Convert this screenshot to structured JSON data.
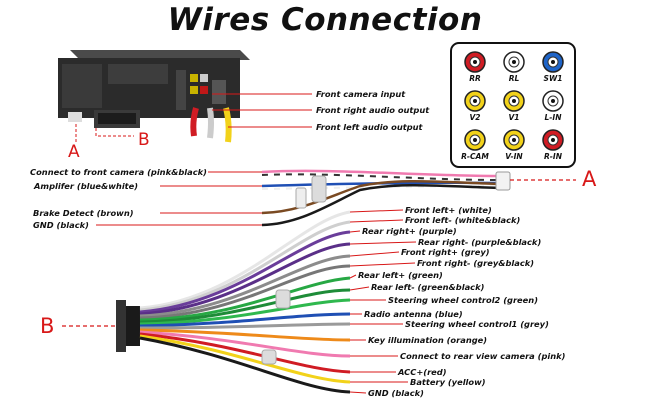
{
  "title": "Wires Connection",
  "callouts": {
    "unit_a": "A",
    "unit_b": "B",
    "connector_a": "A",
    "connector_b": "B"
  },
  "unit_labels": [
    "Front camera input",
    "Front right audio output",
    "Front left audio output"
  ],
  "rca_ports": [
    {
      "label": "RR",
      "color": "#d01c24"
    },
    {
      "label": "RL",
      "color": "#ffffff"
    },
    {
      "label": "SW1",
      "color": "#1e64c8"
    },
    {
      "label": "V2",
      "color": "#f2d21a"
    },
    {
      "label": "V1",
      "color": "#f2d21a"
    },
    {
      "label": "L-IN",
      "color": "#ffffff"
    },
    {
      "label": "R-CAM",
      "color": "#f2d21a"
    },
    {
      "label": "V-IN",
      "color": "#f2d21a"
    },
    {
      "label": "R-IN",
      "color": "#d01c24"
    }
  ],
  "left_labels": [
    "Connect to front camera (pink&black)",
    "Amplifer (blue&white)",
    "Brake Detect (brown)",
    "GND (black)"
  ],
  "right_labels": [
    "Front left+ (white)",
    "Front left- (white&black)",
    "Rear right+ (purple)",
    "Rear right- (purple&black)",
    "Front right+ (grey)",
    "Front right- (grey&black)",
    "Rear left+ (green)",
    "Rear left- (green&black)",
    "Steering wheel control2 (green)",
    "Radio antenna (blue)",
    "Steering wheel control1 (grey)",
    "Key illumination (orange)",
    "Connect to rear view camera (pink)",
    "ACC+(red)",
    "Battery (yellow)",
    "GND (black)"
  ],
  "colors": {
    "leader": "#d81818",
    "white": "#e6e6e6",
    "purple": "#6a3d9a",
    "grey": "#8c8c8c",
    "green": "#27a844",
    "blue": "#1f4fb4",
    "orange": "#ee8a1a",
    "pink": "#f07ab0",
    "red": "#d01c24",
    "yellow": "#f2d21a",
    "black": "#1a1a1a",
    "brown": "#7a4a22"
  }
}
